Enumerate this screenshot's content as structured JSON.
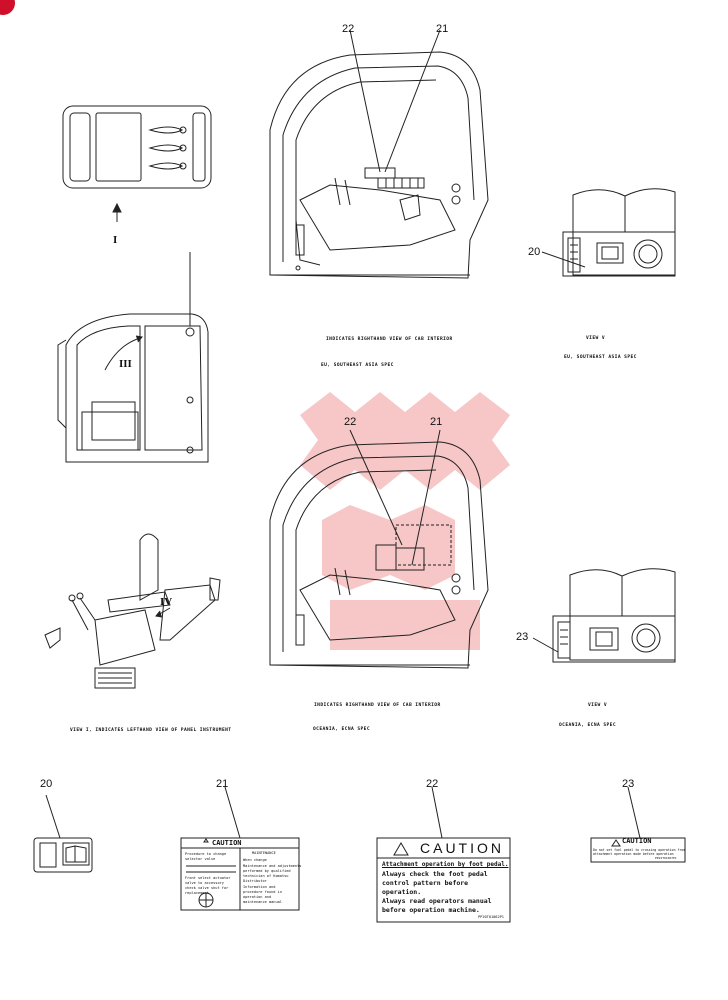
{
  "colors": {
    "line": "#222222",
    "watermark": "#e33a3a",
    "corner_mark": "#d0102a"
  },
  "callouts": {
    "top_cab_22": "22",
    "top_cab_21": "21",
    "view_top_20": "20",
    "mid_cab_22": "22",
    "mid_cab_21": "21",
    "view_mid_23": "23",
    "bottom_20": "20",
    "bottom_21": "21",
    "bottom_22": "22",
    "bottom_23": "23"
  },
  "view_markers": {
    "i": "I",
    "iii": "III",
    "iv": "IV"
  },
  "captions": {
    "top_cab": "INDICATES RIGHTHAND VIEW OF CAB INTERIOR",
    "top_cab_spec": "EU, SOUTHEAST ASIA SPEC",
    "view_top": "VIEW V",
    "view_top_spec": "EU, SOUTHEAST ASIA SPEC",
    "seat_view": "VIEW I, INDICATES LEFTHAND VIEW OF PANEL INSTRUMENT",
    "mid_cab": "INDICATES RIGHTHAND VIEW OF CAB INTERIOR",
    "mid_cab_spec": "OCEANIA, ECNA SPEC",
    "view_mid": "VIEW V",
    "view_mid_spec": "OCEANIA, ECNA SPEC"
  },
  "label_21": {
    "title": "CAUTION",
    "lines": [
      "Procedure to change",
      "selector valve",
      "Front select actuator",
      "valve to accessory",
      "check valve shut for",
      "replacement"
    ],
    "right_head": "MAINTENANCE",
    "right_lines": [
      "When change",
      "Maintenance and adjustments",
      "performed by qualified",
      "technician of Komatsu",
      "Distributor",
      "Information and",
      "procedure found in",
      "operation and",
      "maintenance manual"
    ]
  },
  "label_22": {
    "title": "CAUTION",
    "lines": [
      "Attachment operation by foot pedal.",
      "Always check the foot pedal",
      "control pattern before",
      "operation.",
      "Always read operators manual",
      "before operation machine."
    ],
    "part_no": "PP20T01062P1"
  },
  "label_23": {
    "title": "CAUTION",
    "lines": [
      "Do not set fuel pedal to crossing operation from",
      "attachment operation mode before operation"
    ],
    "part_no": "PP22T01067P1"
  }
}
